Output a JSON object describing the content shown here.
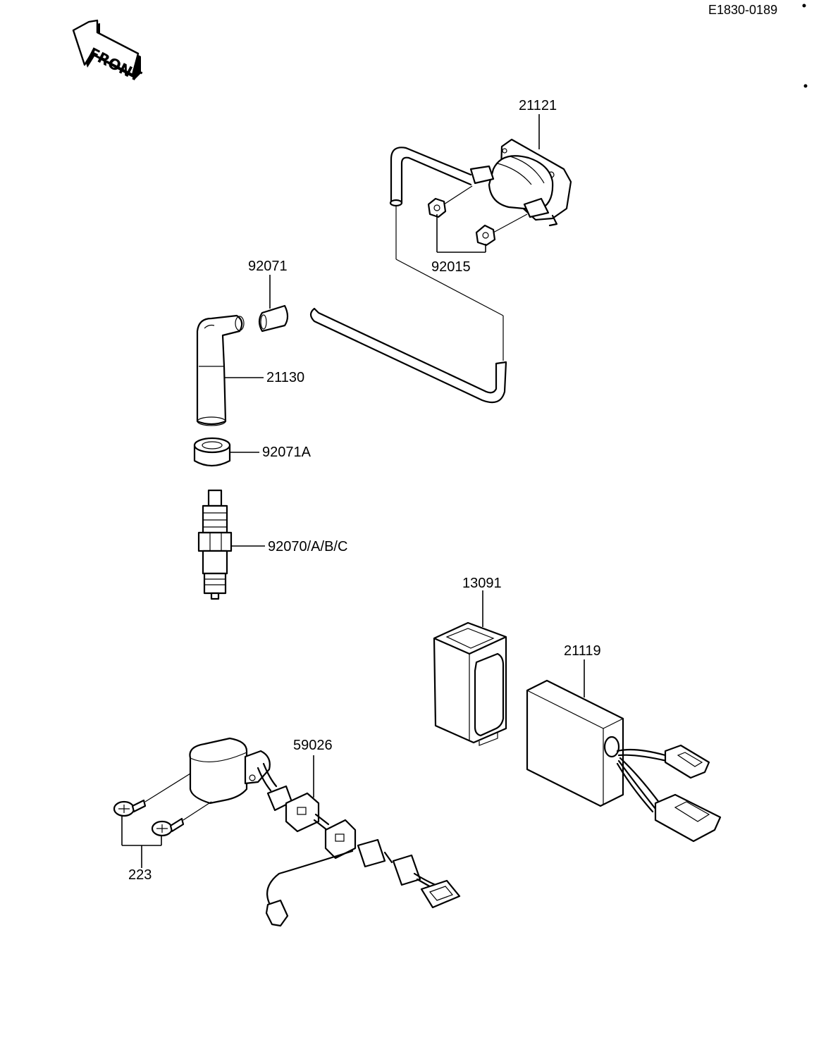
{
  "diagram_id": "E1830-0189",
  "front_label": "FRONT",
  "parts": {
    "ignition_coil": "21121",
    "coil_nuts": "92015",
    "plug_cap_seal": "92071",
    "plug_cap": "21130",
    "plug_cap_ring": "92071A",
    "spark_plug": "92070/A/B/C",
    "igniter_cover": "13091",
    "igniter": "21119",
    "regulator_screws": "223",
    "wire_harness_clamp": "59026"
  }
}
